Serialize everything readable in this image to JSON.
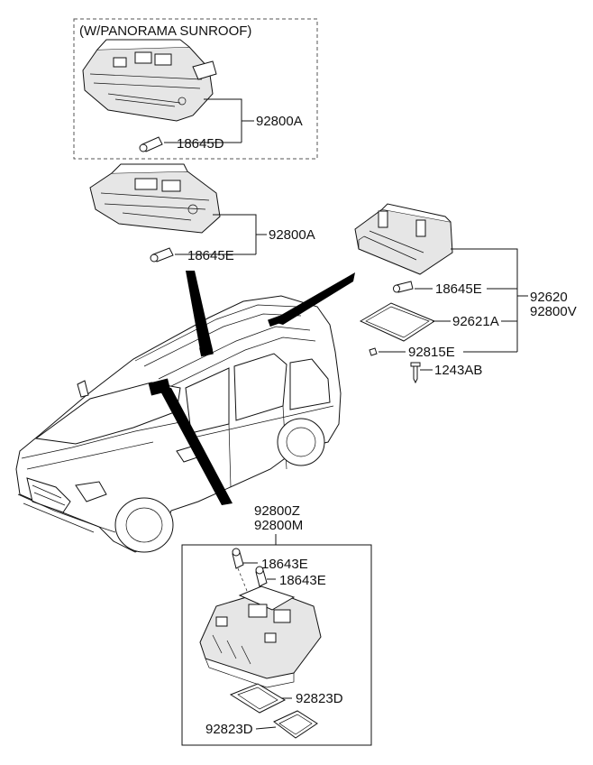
{
  "diagram": {
    "box_caption": "(W/PANORAMA SUNROOF)",
    "labels": {
      "a1": "92800A",
      "a1_bulb": "18645D",
      "a2": "92800A",
      "a2_bulb": "18645E",
      "r_bulb": "18645E",
      "r_main1": "92620",
      "r_main2": "92800V",
      "r_lens": "92621A",
      "r_clip": "92815E",
      "r_screw": "1243AB",
      "b_main1": "92800Z",
      "b_main2": "92800M",
      "b_bulb1": "18643E",
      "b_bulb2": "18643E",
      "b_cover1": "92823D",
      "b_cover2": "92823D"
    }
  }
}
